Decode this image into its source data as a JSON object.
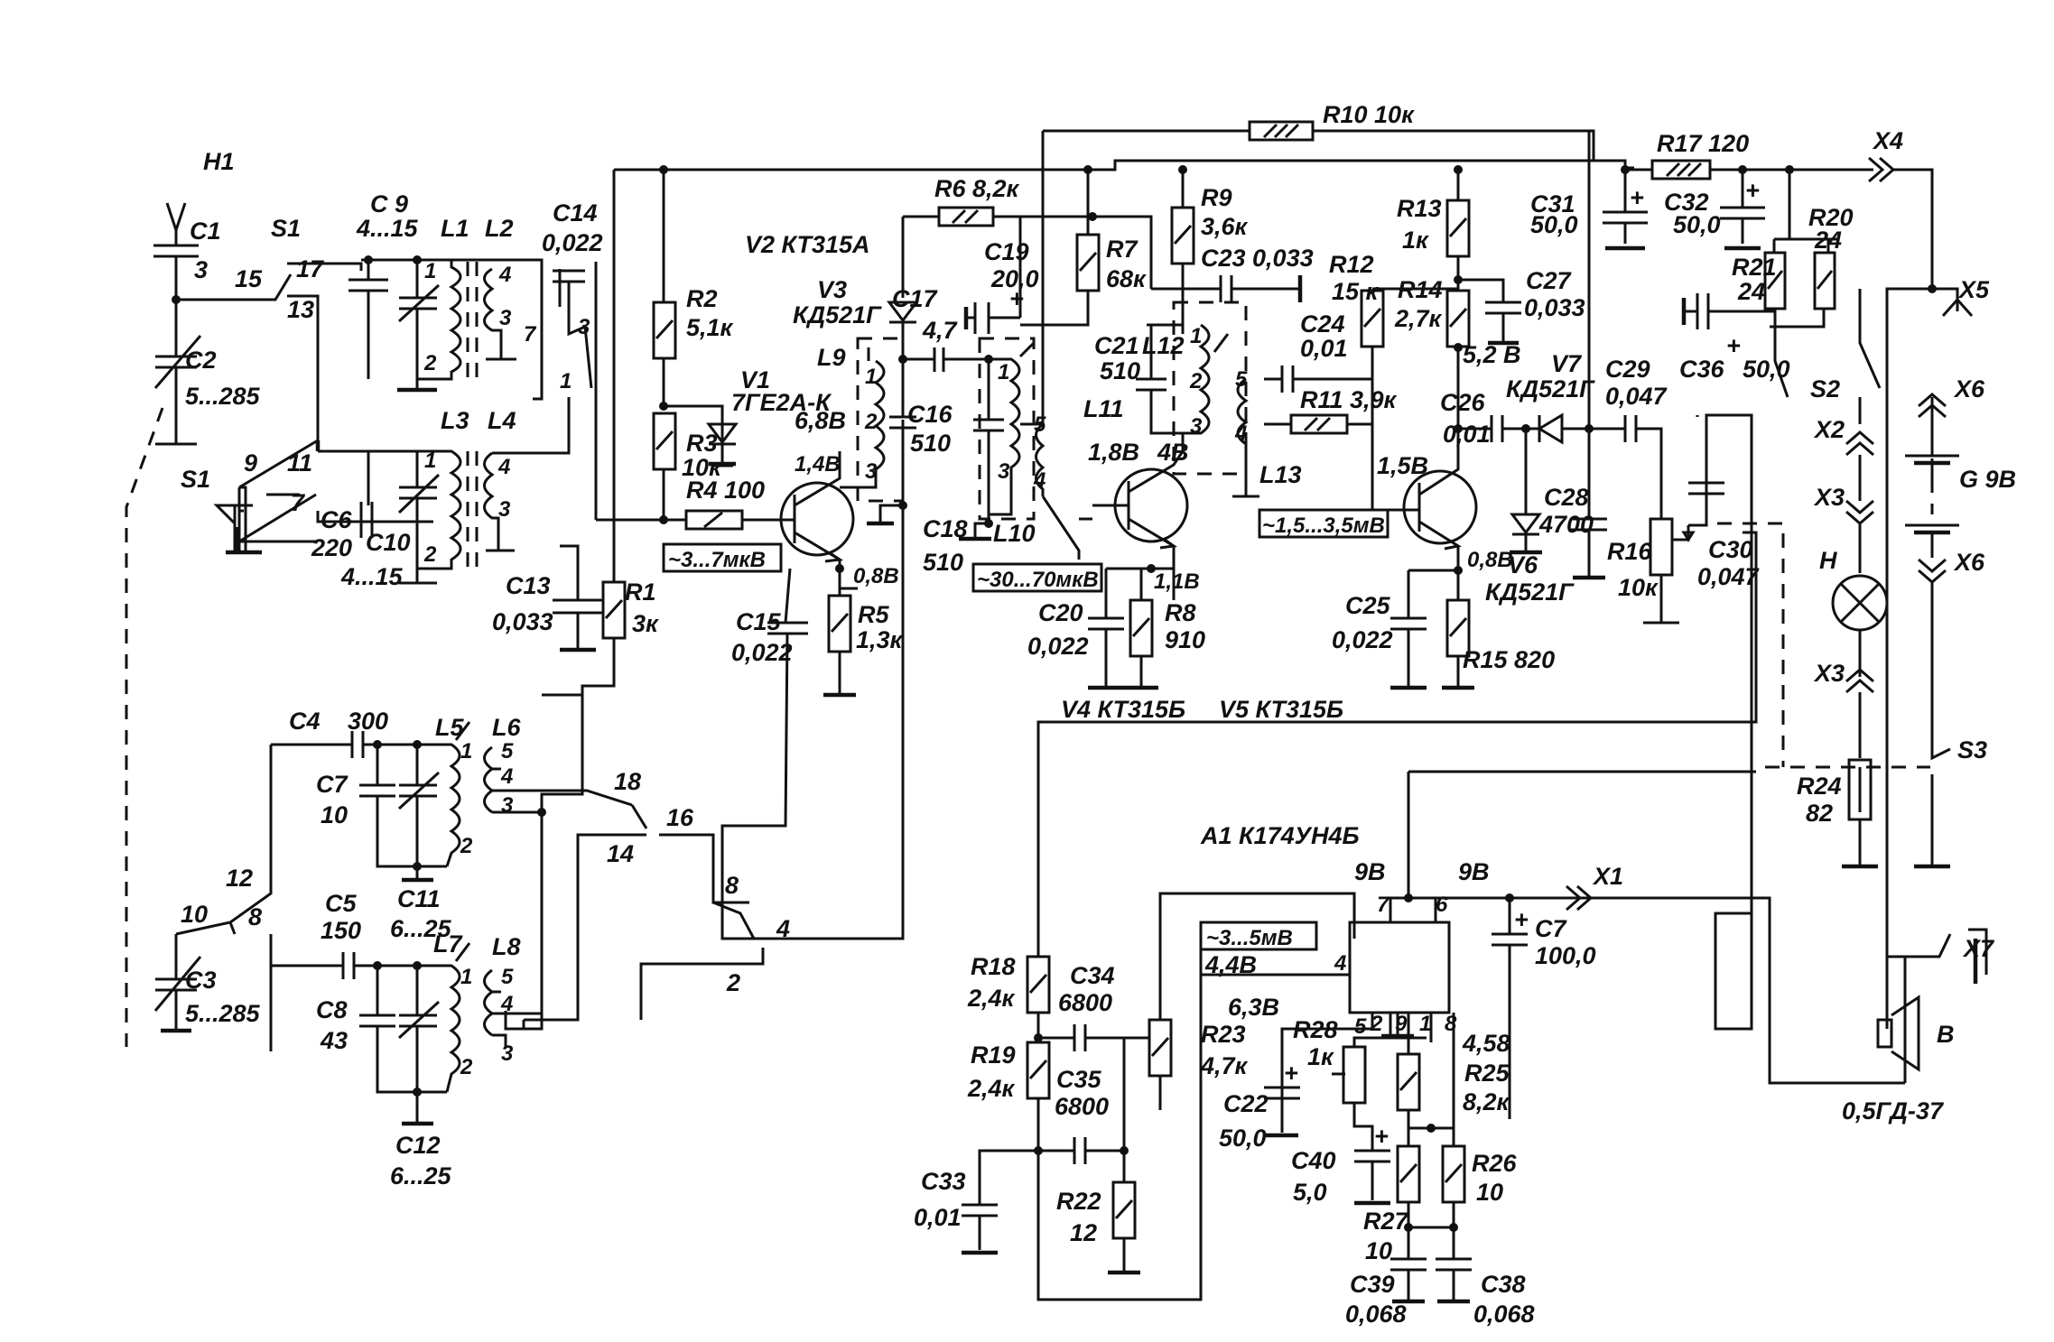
{
  "labels": {
    "H1": "H1",
    "C1": "C1",
    "C1v": "3",
    "C2": "C2",
    "C2v": "5...285",
    "S1a": "S1",
    "S1b": "S1",
    "p15": "15",
    "p17": "17",
    "p13": "13",
    "p9": "9",
    "p11": "11",
    "p7": "7",
    "C9": "C 9",
    "C9v": "4...15",
    "L1": "L1",
    "L2": "L2",
    "L3": "L3",
    "L4": "L4",
    "C6": "C6",
    "C6v": "220",
    "C10": "C10",
    "C10v": "4...15",
    "C14": "C14",
    "C14v": "0,022",
    "C13": "C13",
    "C13v": "0,033",
    "R1": "R1",
    "R1v": "3к",
    "R2": "R2",
    "R2v": "5,1к",
    "R3": "R3",
    "R3v": "10к",
    "R4": "R4 100",
    "V1": "V1",
    "V1t": "7ГЕ2А-К",
    "V2": "V2  КТ315А",
    "V3": "V3",
    "V3t": "КД521Г",
    "R5": "R5",
    "R5v": "1,3к",
    "C15": "C15",
    "C15v": "0,022",
    "R6": "R6 8,2к",
    "C19": "C19",
    "C19v": "20,0",
    "C17": "C17",
    "C17v": "4,7",
    "L9": "L9",
    "C16": "C16",
    "C16v": "510",
    "C18": "C18",
    "C18v": "510",
    "L10": "L10",
    "L11": "L11",
    "R7": "R7",
    "R7v": "68к",
    "R9": "R9",
    "R9v": "3,6к",
    "C21": "C21",
    "C21v": "510",
    "L12": "L12",
    "C23": "C23 0,033",
    "C24": "C24",
    "C24v": "0,01",
    "R11": "R11 3,9к",
    "L13": "L13",
    "R13": "R13",
    "R13v": "1к",
    "R12": "R12",
    "R12v": "15 к",
    "R14": "R14",
    "R14v": "2,7к",
    "C27": "C27",
    "C27v": "0,033",
    "C26": "C26",
    "C26v": "0,01",
    "V7": "V7",
    "V7t": "КД521Г",
    "V6": "V6",
    "V6t": "КД521Г",
    "C28": "C28",
    "C28v": "4700",
    "C29": "C29",
    "C29v": "0,047",
    "R16": "R16",
    "R16v": "10к",
    "C30": "C30",
    "C30v": "0,047",
    "R10": "R10  10к",
    "R17": "R17  120",
    "C31": "C31",
    "C31v": "50,0",
    "C32": "C32",
    "C32v": "50,0",
    "R20": "R20",
    "R20v": "24",
    "R21": "R21",
    "R21v": "24",
    "C36": "C36",
    "C36v": "50,0",
    "X4": "X4",
    "X5": "X5",
    "X6a": "X6",
    "X6b": "X6",
    "G": "G 9В",
    "S2": "S2",
    "S3": "S3",
    "X2": "X2",
    "X3a": "X3",
    "X3b": "X3",
    "H": "H",
    "R24": "R24",
    "R24v": "82",
    "X7": "X7",
    "B": "B",
    "spk": "0,5ГД-37",
    "C4": "C4",
    "C4v": "300",
    "C7a": "C7",
    "C7av": "10",
    "L5": "L5",
    "L6": "L6",
    "C11": "C11",
    "C11v": "6...25",
    "C5": "C5",
    "C5v": "150",
    "C8": "C8",
    "C8v": "43",
    "L7": "L7",
    "L8": "L8",
    "C12": "C12",
    "C12v": "6...25",
    "C3": "C3",
    "C3v": "5...285",
    "p10": "10",
    "p12": "12",
    "p8a": "8",
    "p18": "18",
    "p16": "16",
    "p14": "14",
    "p8b": "8",
    "p4": "4",
    "p2": "2",
    "V4": "V4  КТ315Б",
    "V5": "V5  КТ315Б",
    "C20": "C20",
    "C20v": "0,022",
    "R8": "R8",
    "R8v": "910",
    "C25": "C25",
    "C25v": "0,022",
    "R15": "R15  820",
    "A1": "A1  К174УН4Б",
    "R18": "R18",
    "R18v": "2,4к",
    "R19": "R19",
    "R19v": "2,4к",
    "C34": "C34",
    "C34v": "6800",
    "C35": "C35",
    "C35v": "6800",
    "C33": "C33",
    "C33v": "0,01",
    "R22": "R22",
    "R22v": "12",
    "R23": "R23",
    "R23v": "4,7к",
    "C22": "C22",
    "C22v": "50,0",
    "R28": "R28",
    "R28v": "1к",
    "C40": "C40",
    "C40v": "5,0",
    "R25": "R25",
    "R25v": "8,2к",
    "R26": "R26",
    "R26v": "10",
    "R27": "R27",
    "R27v": "10",
    "C39": "C39",
    "C39v": "0,068",
    "C38": "C38",
    "C38v": "0,068",
    "C7b": "C7",
    "C7bv": "100,0",
    "X1": "X1"
  },
  "voltages": {
    "v14a": "1,4В",
    "v68": "6,8В",
    "v08a": "0,8В",
    "v18": "1,8В",
    "v4": "4В",
    "v11": "1,1В",
    "v52": "5,2 В",
    "v15": "1,5В",
    "v08b": "0,8В",
    "v9a": "9В",
    "v9b": "9В",
    "v44": "4,4В",
    "v63": "6,3В",
    "v458": "4,58"
  },
  "signal_levels": {
    "s1": "~3...7мкВ",
    "s2": "~30...70мкВ",
    "s3": "~1,5...3,5мВ",
    "s4": "~3...5мВ"
  },
  "pins": {
    "a7": "7",
    "a6": "6",
    "a4": "4",
    "a5": "5",
    "a2": "2",
    "a9": "9",
    "a1": "1",
    "a8": "8",
    "l1": "1",
    "l2": "2",
    "l2a": "4",
    "l2b": "3",
    "l3a": "1",
    "l3b": "2",
    "l4a": "4",
    "l4b": "3",
    "l5": "5",
    "l6a": "1",
    "l6b": "3",
    "l9a": "1",
    "l9b": "2",
    "l9c": "3",
    "l10a": "1",
    "l10b": "3",
    "l11a": "5",
    "l11b": "4",
    "l12a": "1",
    "l12b": "2",
    "l12c": "3",
    "l13a": "5",
    "l13b": "4",
    "l5a": "1",
    "l5b": "2",
    "l6x": "5",
    "l6y": "4",
    "l6z": "3",
    "l7a": "1",
    "l7b": "2",
    "l8x": "5",
    "l8y": "4",
    "l8z": "3"
  }
}
